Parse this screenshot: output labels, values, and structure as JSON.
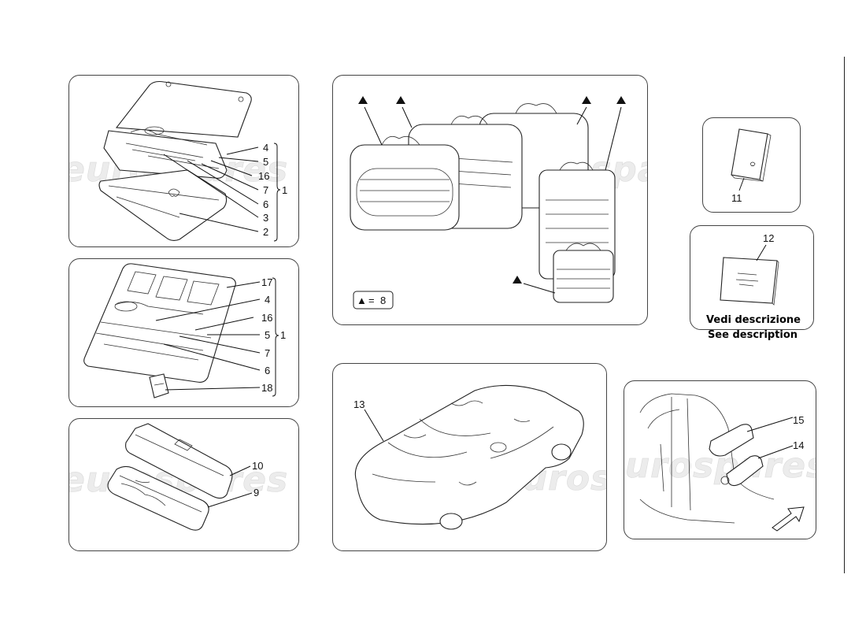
{
  "watermark": "eurospares",
  "panels": {
    "toolkit_a": {
      "callouts": [
        "4",
        "5",
        "16",
        "7",
        "6",
        "3",
        "2"
      ],
      "group": "1"
    },
    "toolkit_b": {
      "callouts": [
        "17",
        "4",
        "16",
        "5",
        "7",
        "6",
        "18"
      ],
      "group": "1"
    },
    "bags": {
      "callouts": [
        "10",
        "9"
      ]
    },
    "luggage": {
      "legend_symbol": "▲",
      "legend_eq": "=",
      "legend_value": "8"
    },
    "manual": {
      "callout": "11"
    },
    "documents": {
      "callout": "12",
      "desc_it": "Vedi descrizione",
      "desc_en": "See description"
    },
    "car_cover": {
      "callout": "13"
    },
    "trunk": {
      "callouts": [
        "15",
        "14"
      ]
    }
  }
}
